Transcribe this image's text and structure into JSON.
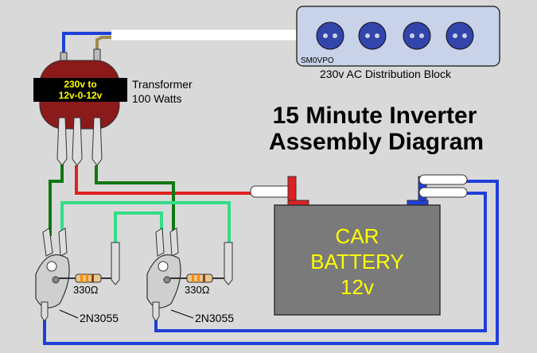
{
  "title_line1": "15 Minute Inverter",
  "title_line2": "Assembly Diagram",
  "distribution_block": {
    "callsign": "SM0VPO",
    "label": "230v AC Distribution Block",
    "socket_count": 4
  },
  "transformer": {
    "label_line1": "230v to",
    "label_line2": "12v-0-12v",
    "caption_line1": "Transformer",
    "caption_line2": "100 Watts"
  },
  "battery": {
    "line1": "CAR",
    "line2": "BATTERY",
    "line3": "12v"
  },
  "transistors": [
    {
      "resistor": "330Ω",
      "part": "2N3055"
    },
    {
      "resistor": "330Ω",
      "part": "2N3055"
    }
  ],
  "colors": {
    "background": "#d9d9d9",
    "wire_blue": "#1f3fd9",
    "wire_red": "#e02020",
    "wire_green": "#117711",
    "wire_light_green": "#33dd88",
    "transformer_body": "#8b1a1a",
    "transformer_band": "#000000",
    "transformer_text": "#ffff00",
    "block_fill": "#c8d2e8",
    "socket_fill": "#3344aa",
    "battery_fill": "#7a7a7a",
    "battery_text": "#ffff00"
  }
}
